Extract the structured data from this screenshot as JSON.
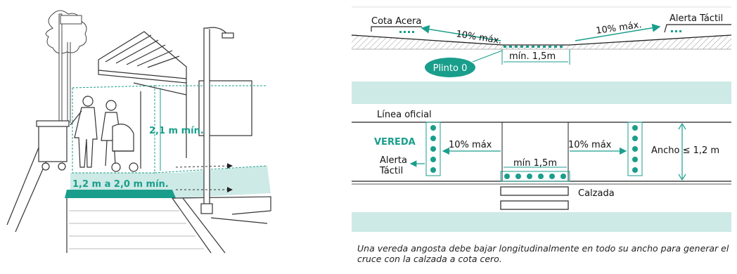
{
  "left_illustration": {
    "height_label": "2,1 m mín.",
    "width_label": "1,2 m a 2,0 m mín."
  },
  "section_view": {
    "cota_acera": "Cota Acera",
    "alerta_tactil_right": "Alerta Táctil",
    "slope_left": "10% máx.",
    "slope_right": "10% máx.",
    "min_width": "mín. 1,5m",
    "plinto": "Plinto 0"
  },
  "plan_view": {
    "linea_oficial": "Línea oficial",
    "vereda": "VEREDA",
    "alerta_tactil_left_1": "Alerta",
    "alerta_tactil_left_2": "Táctil",
    "slope_left": "10% máx",
    "slope_right": "10% máx",
    "min_width": "mín 1,5m",
    "ancho": "Ancho ≤ 1,2 m",
    "calzada": "Calzada"
  },
  "caption": "Una vereda angosta debe bajar longitudinalmente en todo su ancho para generar el cruce con la calzada a cota cero.",
  "colors": {
    "accent": "#1a9e8c",
    "band": "#cdeae6",
    "line": "#222222"
  }
}
